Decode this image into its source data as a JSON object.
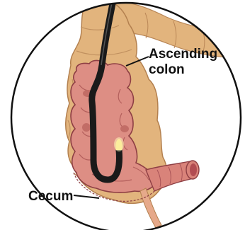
{
  "labels": {
    "ascending_line1": "Ascending",
    "ascending_line2": "colon",
    "cecum": "Cecum"
  },
  "colors": {
    "circle_border": "#111111",
    "colon_outer_tan": "#e2b47d",
    "colon_outer_shade": "#c8925a",
    "colon_inner_pink": "#dd8e84",
    "colon_inner_shade": "#c26d66",
    "colon_inner_outline": "#8e3f44",
    "scope_tube": "#1a1a1a",
    "scope_light": "#f5e27a",
    "ileum_outer": "#d9837a",
    "ileum_lumen": "#b24c52"
  }
}
